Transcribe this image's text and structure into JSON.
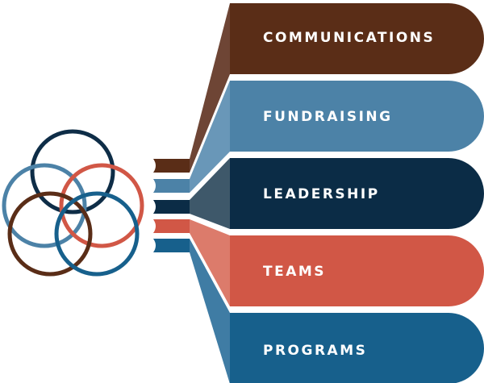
{
  "diagram": {
    "items": [
      {
        "label": "COMMUNICATIONS",
        "color": "#5a2d17",
        "light": "#6e4535"
      },
      {
        "label": "FUNDRAISING",
        "color": "#4c82a7",
        "light": "#6997b8"
      },
      {
        "label": "LEADERSHIP",
        "color": "#0b2c46",
        "light": "#3e586a"
      },
      {
        "label": "TEAMS",
        "color": "#d15746",
        "light": "#dc7b6b"
      },
      {
        "label": "PROGRAMS",
        "color": "#17608c",
        "light": "#3f7ca4"
      }
    ],
    "rings": [
      {
        "name": "ring-top-navy",
        "color": "#0e2d47"
      },
      {
        "name": "ring-left-blue",
        "color": "#4c82a7"
      },
      {
        "name": "ring-right-red",
        "color": "#d15746"
      },
      {
        "name": "ring-bottom-brown",
        "color": "#5a2d17"
      },
      {
        "name": "ring-bottom-teal",
        "color": "#17608c"
      }
    ]
  }
}
